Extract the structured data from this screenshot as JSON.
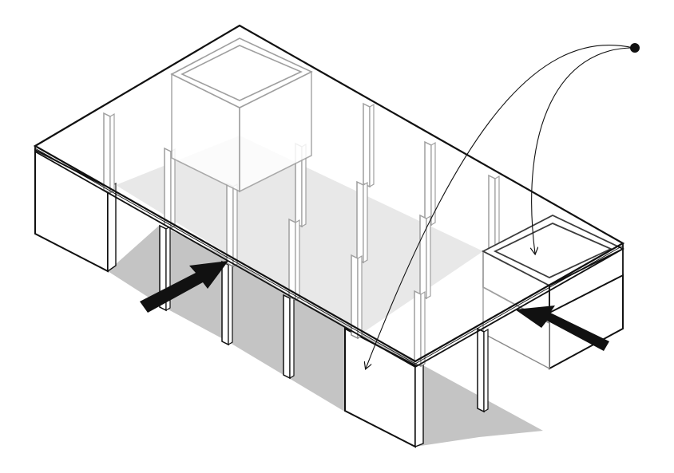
{
  "diagram": {
    "kind": "isometric-architecture-diagram",
    "colors": {
      "background": "#ffffff",
      "ground_shadow": "#c4c4c4",
      "interior_floor": "#d9d9d9",
      "ink": "#111111",
      "faded_ink": "#8a8a8a",
      "fill": "#ffffff",
      "arrow": "#111111"
    },
    "elements": {
      "columns_front": 5,
      "columns_rear": 10,
      "volumes": 4,
      "arrows": 2,
      "pointer_curves": 2
    },
    "icons": [
      "entry-arrow-icon",
      "pointer-dot-icon",
      "pointer-arrowhead-icon"
    ]
  }
}
